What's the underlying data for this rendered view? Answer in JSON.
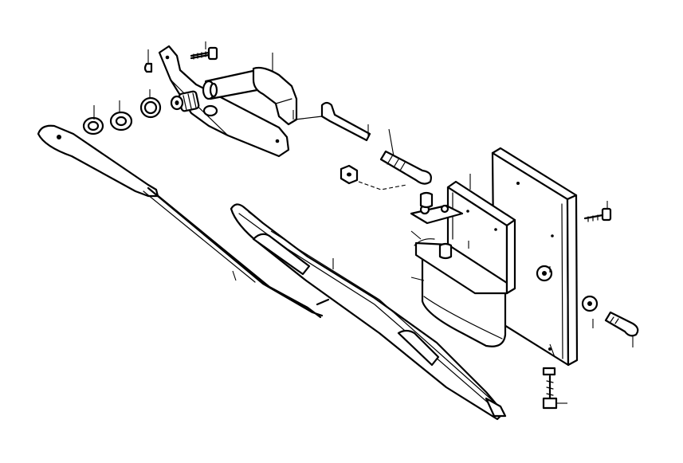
{
  "diagram": {
    "parts": [
      "wiper-arm",
      "wiper-blade",
      "spindle-bracket",
      "bracket-bolt",
      "spindle-nut",
      "washer",
      "seal-ring",
      "spring-pin",
      "pivot-bolt",
      "lock-nut",
      "motor-mounting-bracket",
      "mounting-plate",
      "wiper-motor",
      "plate-screw",
      "flat-washer",
      "spring-washer",
      "motor-bolt",
      "lower-screw"
    ]
  }
}
